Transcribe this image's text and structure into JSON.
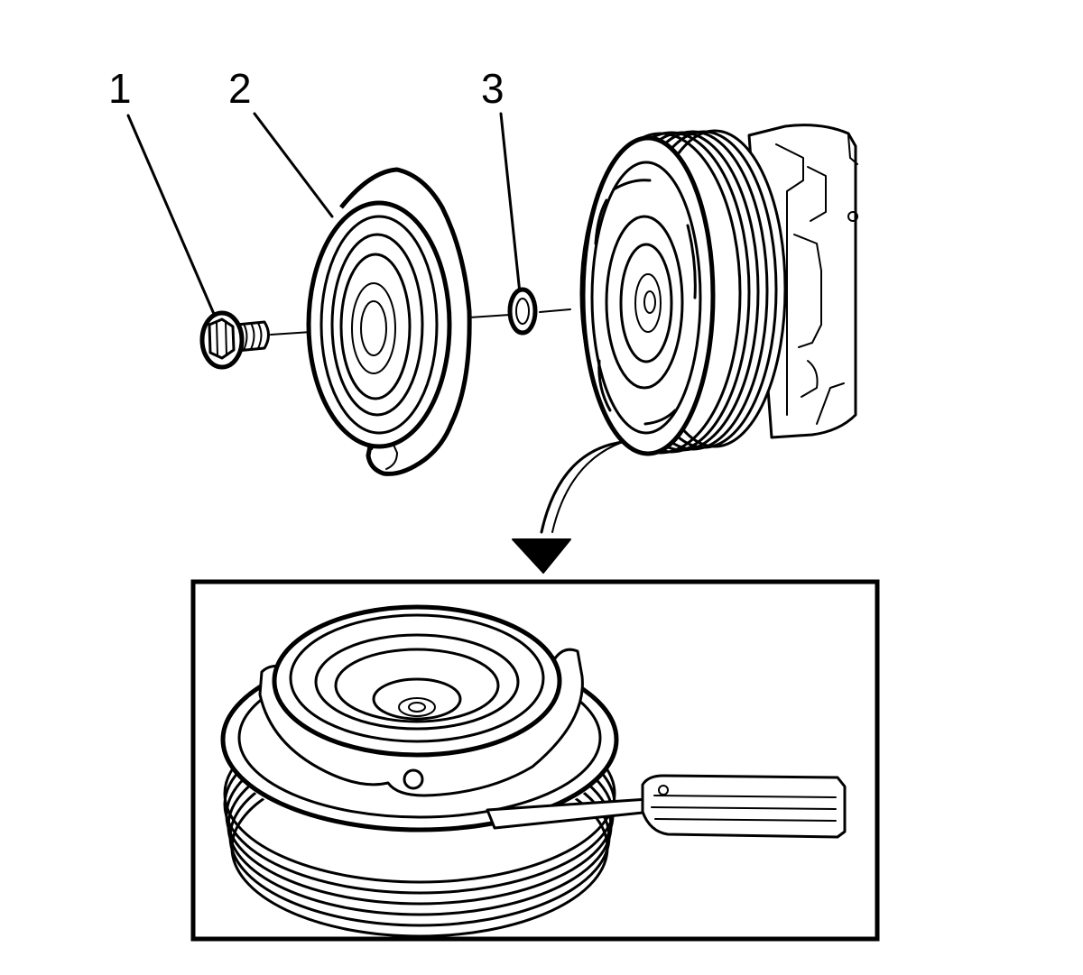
{
  "callouts": [
    {
      "number": "1",
      "name": "bolt"
    },
    {
      "number": "2",
      "name": "clutch-plate"
    },
    {
      "number": "3",
      "name": "shim"
    }
  ],
  "colors": {
    "ink": "#000000",
    "paper": "#ffffff"
  }
}
